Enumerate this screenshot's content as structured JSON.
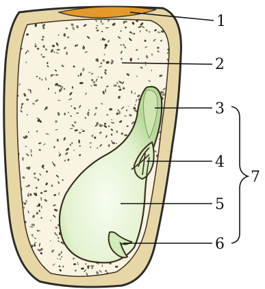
{
  "diagram": {
    "labels": {
      "pericarp": "1",
      "endosperm": "2",
      "cotyledon": "3",
      "plumule": "4",
      "hypocotyl": "5",
      "radicle": "6",
      "embryo": "7"
    },
    "colors": {
      "seed_coat": "#e7d7a6",
      "outline": "#2b2b2b",
      "endosperm_bg": "#f8f3e2",
      "speckle": "#3a2f1f",
      "embryo_fill": "#dff0c8",
      "embryo_center": "#f6fbf0",
      "embryo_shadow": "#a9cf88",
      "top_cap": "#e39a2a",
      "leader": "#111111"
    }
  }
}
